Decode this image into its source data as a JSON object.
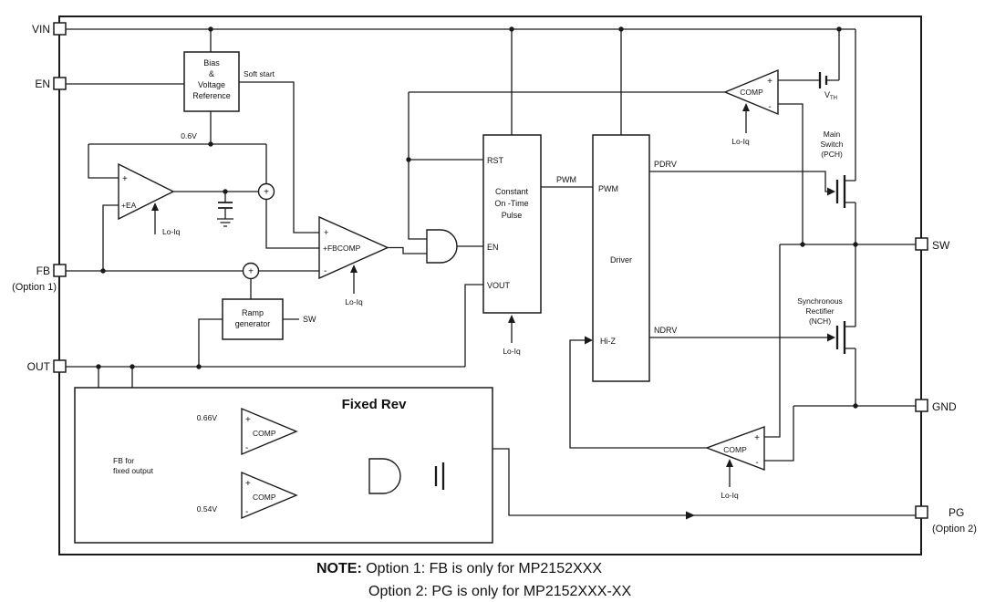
{
  "pins": {
    "vin": "VIN",
    "en": "EN",
    "fb": "FB",
    "fb_option": "(Option 1)",
    "out": "OUT",
    "sw": "SW",
    "gnd": "GND",
    "pg": "PG",
    "pg_option": "(Option 2)"
  },
  "labels": {
    "bias_l1": "Bias",
    "bias_l2": "&",
    "bias_l3": "Voltage",
    "bias_l4": "Reference",
    "soft_start": "Soft start",
    "vref": "0.6V",
    "plus": "+",
    "minus": "-",
    "ea_name": "+EA",
    "fbcomp_name": "+FBCOMP",
    "lo_iq": "Lo-Iq",
    "ramp_l1": "Ramp",
    "ramp_l2": "generator",
    "sw_internal": "SW",
    "cot_rst": "RST",
    "cot_l1": "Constant",
    "cot_l2": "On -Time",
    "cot_l3": "Pulse",
    "cot_en": "EN",
    "cot_vout": "VOUT",
    "pwm": "PWM",
    "driver": "Driver",
    "hiz": "Hi-Z",
    "pdrv": "PDRV",
    "ndrv": "NDRV",
    "comp": "COMP",
    "vth_v": "V",
    "vth_sub": "TH",
    "main_l1": "Main",
    "main_l2": "Switch",
    "main_l3": "(PCH)",
    "sync_l1": "Synchronous",
    "sync_l2": "Rectifier",
    "sync_l3": "(NCH)"
  },
  "fixed_rev": {
    "title": "Fixed Rev",
    "v_high": "0.66V",
    "v_low": "0.54V",
    "fb_l1": "FB for",
    "fb_l2": "fixed output"
  },
  "note": {
    "heading": "NOTE:",
    "line1": " Option 1: FB is only for MP2152XXX",
    "line2": "Option 2: PG is only for MP2152XXX-XX"
  }
}
